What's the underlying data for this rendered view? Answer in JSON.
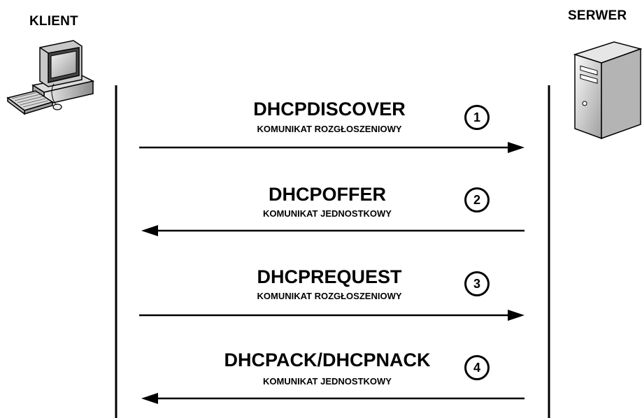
{
  "client": {
    "label": "KLIENT",
    "icon": "computer-icon"
  },
  "server": {
    "label": "SERWER",
    "icon": "server-icon"
  },
  "messages": [
    {
      "name": "DHCPDISCOVER",
      "type": "KOMUNIKAT ROZGŁOSZENIOWY",
      "step": "1",
      "direction": "client-to-server"
    },
    {
      "name": "DHCPOFFER",
      "type": "KOMUNIKAT JEDNOSTKOWY",
      "step": "2",
      "direction": "server-to-client"
    },
    {
      "name": "DHCPREQUEST",
      "type": "KOMUNIKAT ROZGŁOSZENIOWY",
      "step": "3",
      "direction": "client-to-server"
    },
    {
      "name": "DHCPACK/DHCPNACK",
      "type": "KOMUNIKAT JEDNOSTKOWY",
      "step": "4",
      "direction": "server-to-client"
    }
  ]
}
